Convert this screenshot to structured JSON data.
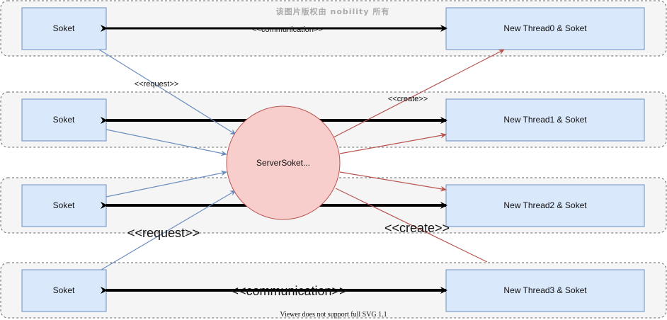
{
  "watermark": "该图片版权由 nobility 所有",
  "footer": "Viewer does not support full SVG 1.1",
  "server": {
    "label": "ServerSoket..."
  },
  "clients": [
    {
      "label": "Soket"
    },
    {
      "label": "Soket"
    },
    {
      "label": "Soket"
    },
    {
      "label": "Soket"
    }
  ],
  "threads": [
    {
      "label": "New Thread0  & Soket"
    },
    {
      "label": "New Thread1 & Soket"
    },
    {
      "label": "New Thread2 & Soket"
    },
    {
      "label": "New Thread3 & Soket"
    }
  ],
  "labels": {
    "comm_small": "<<communication>>",
    "request_small": "<<request>>",
    "create_small": "<<create>>",
    "request_large": "<<request>>",
    "create_large": "<<create>>",
    "comm_large": "<<communication>>"
  },
  "colors": {
    "lane_fill": "#f5f5f5",
    "lane_stroke": "#666666",
    "box_fill": "#dae8fc",
    "box_stroke": "#6c8ebf",
    "server_fill": "#f8cecc",
    "server_stroke": "#b85450",
    "request_arrow": "#6c8ebf",
    "create_arrow": "#b85450",
    "comm_arrow": "#000000"
  }
}
